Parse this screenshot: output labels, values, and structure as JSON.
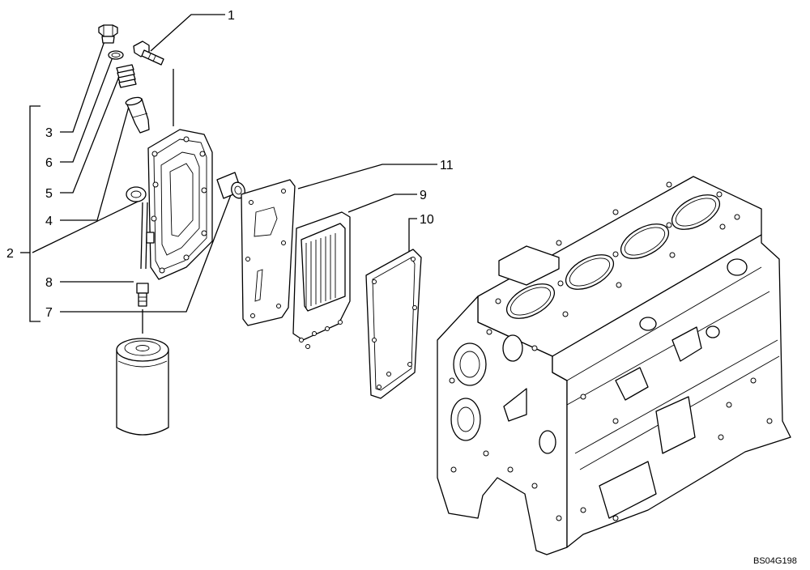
{
  "drawing": {
    "reference_code": "BS04G198",
    "callouts": [
      {
        "id": "callout-1",
        "label": "1"
      },
      {
        "id": "callout-2",
        "label": "2"
      },
      {
        "id": "callout-3",
        "label": "3"
      },
      {
        "id": "callout-4",
        "label": "4"
      },
      {
        "id": "callout-5",
        "label": "5"
      },
      {
        "id": "callout-6",
        "label": "6"
      },
      {
        "id": "callout-7",
        "label": "7"
      },
      {
        "id": "callout-8",
        "label": "8"
      },
      {
        "id": "callout-9",
        "label": "9"
      },
      {
        "id": "callout-10",
        "label": "10"
      },
      {
        "id": "callout-11",
        "label": "11"
      }
    ]
  }
}
